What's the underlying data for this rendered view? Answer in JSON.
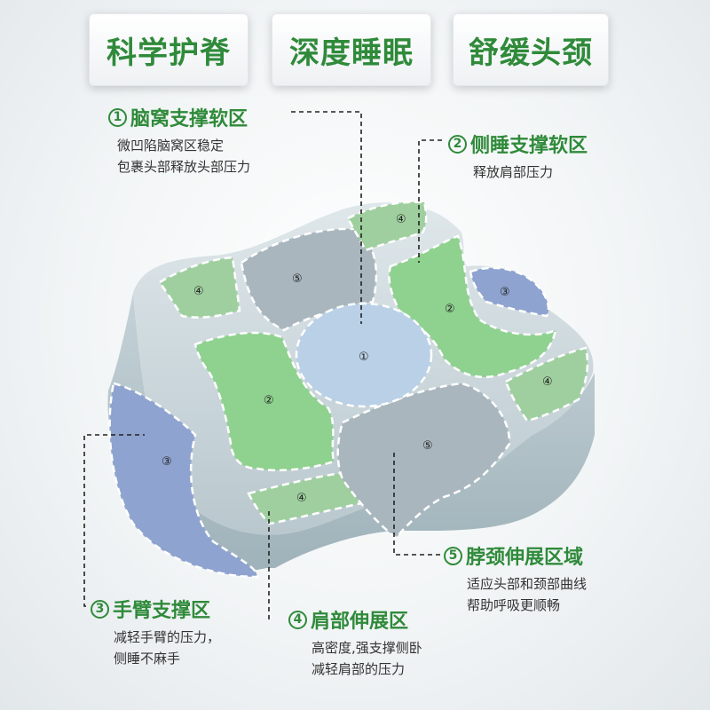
{
  "badges": [
    "科学护脊",
    "深度睡眠",
    "舒缓头颈"
  ],
  "zones": [
    {
      "num": "①",
      "title": "脑窝支撑软区",
      "lines": [
        "微凹陷脑窝区稳定",
        "包裹头部释放头部压力"
      ]
    },
    {
      "num": "②",
      "title": "侧睡支撑软区",
      "lines": [
        "释放肩部压力"
      ]
    },
    {
      "num": "③",
      "title": "手臂支撑区",
      "lines": [
        "减轻手臂的压力，",
        "侧睡不麻手"
      ]
    },
    {
      "num": "④",
      "title": "肩部伸展区",
      "lines": [
        "高密度,强支撑侧卧",
        "减轻肩部的压力"
      ]
    },
    {
      "num": "⑤",
      "title": "脖颈伸展区域",
      "lines": [
        "适应头部和颈部曲线",
        "帮助呼吸更顺畅"
      ]
    }
  ],
  "zone_markers": {
    "z1": "①",
    "z2": "②",
    "z3": "③",
    "z4": "④",
    "z5": "⑤"
  },
  "colors": {
    "accent": "#2f8a3a",
    "green_zone": "#8fd18f",
    "blue_zone": "#8ea3cf",
    "grey_zone": "#a9b6bd",
    "center_zone": "#b9d0e6"
  }
}
